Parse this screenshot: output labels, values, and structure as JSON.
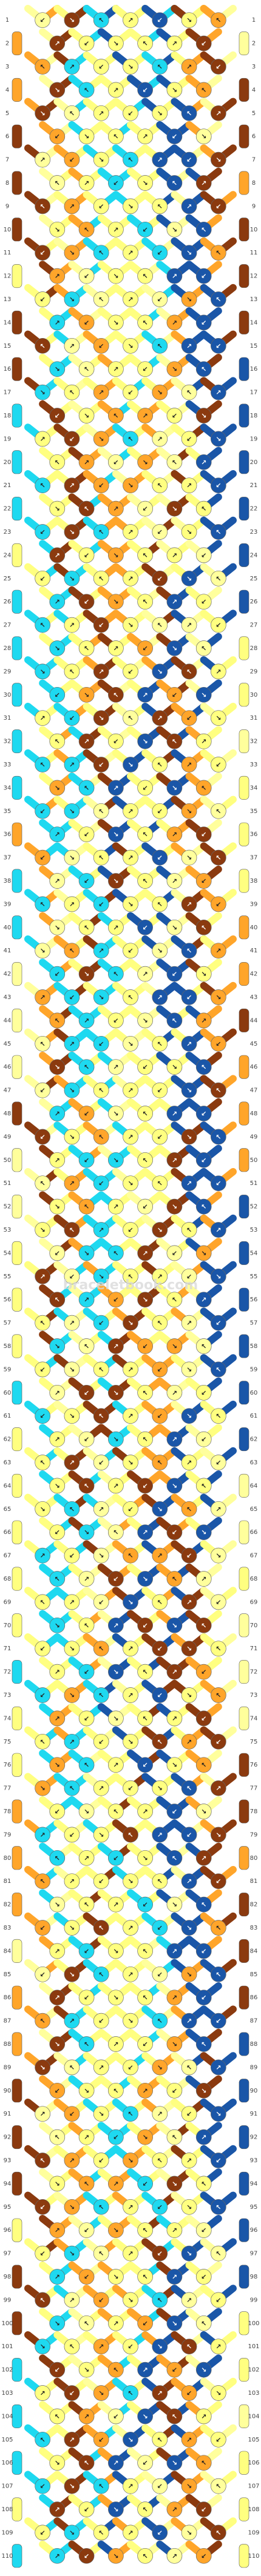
{
  "pattern": {
    "watermark": "braceletbook.com",
    "row_count": 110,
    "strings": 14,
    "palette": {
      "pale_yellow": "#ffff80",
      "light_yellow": "#ffff9c",
      "orange": "#ffa52a",
      "brown": "#8b3a0f",
      "cyan": "#1ed9f0",
      "blue": "#1a56a8"
    },
    "start_colors": [
      "light_yellow",
      "orange",
      "pale_yellow",
      "brown",
      "cyan",
      "blue",
      "pale_yellow",
      "pale_yellow",
      "blue",
      "cyan",
      "brown",
      "pale_yellow",
      "orange",
      "light_yellow"
    ],
    "arrow_symbols": [
      "↙",
      "↘",
      "↖",
      "↗"
    ],
    "row_labels": [
      "1",
      "2",
      "3",
      "4",
      "5",
      "6",
      "7",
      "8",
      "9",
      "10",
      "11",
      "12",
      "13",
      "14",
      "15",
      "16",
      "17",
      "18",
      "19",
      "20",
      "21",
      "22",
      "23",
      "24",
      "25",
      "26",
      "27",
      "28",
      "29",
      "30",
      "31",
      "32",
      "33",
      "34",
      "35",
      "36",
      "37",
      "38",
      "39",
      "40",
      "41",
      "42",
      "43",
      "44",
      "45",
      "46",
      "47",
      "48",
      "49",
      "50",
      "51",
      "52",
      "53",
      "54",
      "55",
      "56",
      "57",
      "58",
      "59",
      "60",
      "61",
      "62",
      "63",
      "64",
      "65",
      "66",
      "67",
      "68",
      "69",
      "70",
      "71",
      "72",
      "73",
      "74",
      "75",
      "76",
      "77",
      "78",
      "79",
      "80",
      "81",
      "82",
      "83",
      "84",
      "85",
      "86",
      "87",
      "88",
      "89",
      "90",
      "91",
      "92",
      "93",
      "94",
      "95",
      "96",
      "97",
      "98",
      "99",
      "100",
      "101",
      "102",
      "103",
      "104",
      "105",
      "106",
      "107",
      "108",
      "109",
      "110"
    ]
  }
}
